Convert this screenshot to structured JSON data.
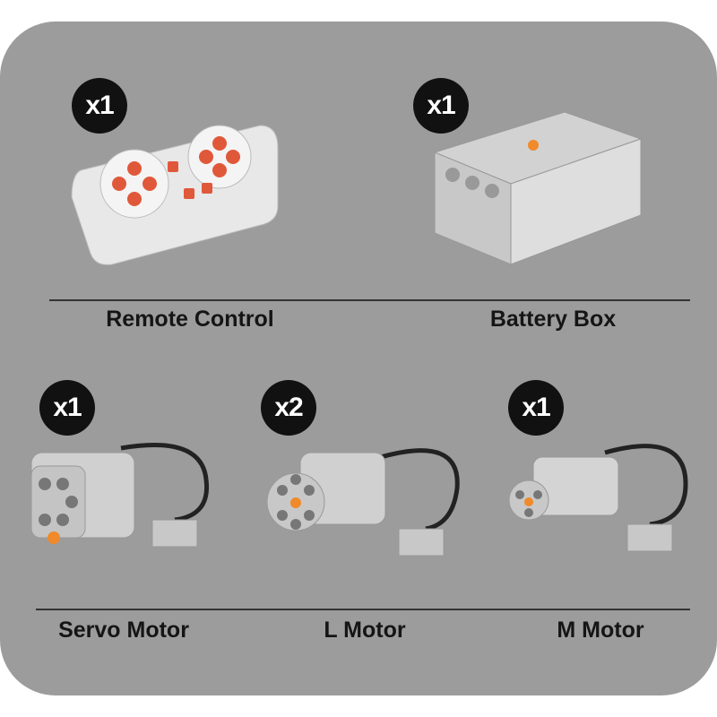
{
  "items": [
    {
      "name": "Remote Control",
      "quantity": "x1"
    },
    {
      "name": "Battery Box",
      "quantity": "x1"
    },
    {
      "name": "Servo Motor",
      "quantity": "x1"
    },
    {
      "name": "L Motor",
      "quantity": "x2"
    },
    {
      "name": "M Motor",
      "quantity": "x1"
    }
  ],
  "colors": {
    "panel": "#9c9c9c",
    "badge": "#111111",
    "accent": "#e0583a"
  }
}
